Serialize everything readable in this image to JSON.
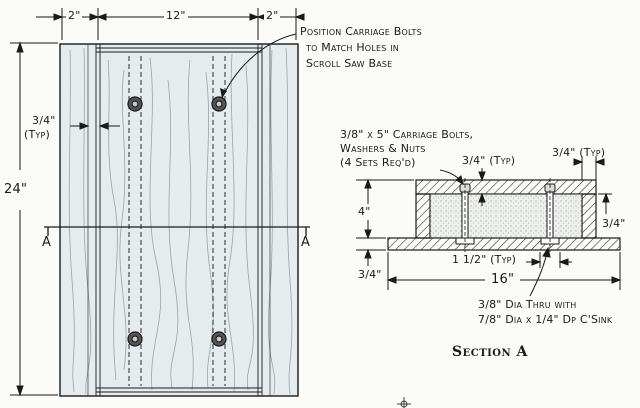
{
  "plan": {
    "dim_left": "2\"",
    "dim_mid": "12\"",
    "dim_right": "2\"",
    "dim_height": "24\"",
    "dim_lip": "3/4\"",
    "dim_lip_typ": "(Typ)",
    "section_left": "A",
    "section_right": "A",
    "note_line1": "Position Carriage Bolts",
    "note_line2": "to Match Holes in",
    "note_line3": "Scroll Saw Base"
  },
  "section": {
    "bolts_line1": "3/8\" x 5\" Carriage Bolts,",
    "bolts_line2": "Washers & Nuts",
    "bolts_line3": "(4 Sets Req'd)",
    "dim_top_typ": "3/4\" (Typ)",
    "dim_right_typ": "3/4\" (Typ)",
    "dim_height": "4\"",
    "dim_side": "3/4\"",
    "dim_bottom": "3/4\"",
    "dim_spacing": "1 1/2\" (Typ)",
    "dim_length": "16\"",
    "hole_line1": "3/8\" Dia Thru with",
    "hole_line2": "7/8\" Dia x 1/4\" Dp C'Sink",
    "title": "Section A"
  },
  "colors": {
    "ink": "#1a1a1a",
    "wood": "#e6ecee",
    "grain": "#8a969c"
  }
}
